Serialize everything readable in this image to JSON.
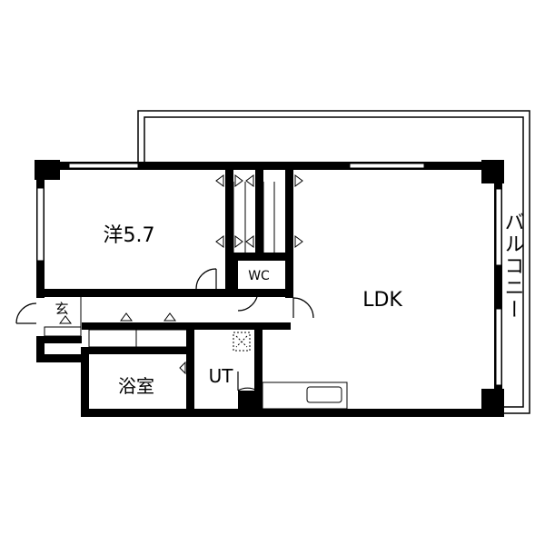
{
  "floorplan": {
    "rooms": {
      "western_room": "洋5.7",
      "ldk": "LDK",
      "toilet": "WC",
      "entrance": "玄",
      "bathroom": "浴室",
      "utility": "UT",
      "balcony": "バルコニー"
    }
  }
}
